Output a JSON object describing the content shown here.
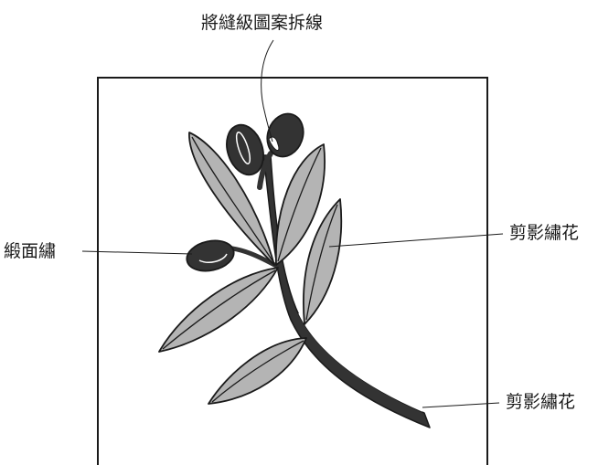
{
  "labels": {
    "top": "將縫級圖案拆線",
    "left": "緞面繡",
    "right_upper": "剪影繡花",
    "right_lower": "剪影繡花"
  },
  "colors": {
    "leaf_fill": "#b4b4b4",
    "olive_fill": "#333333",
    "outline": "#1a1a1a",
    "background": "#ffffff"
  }
}
